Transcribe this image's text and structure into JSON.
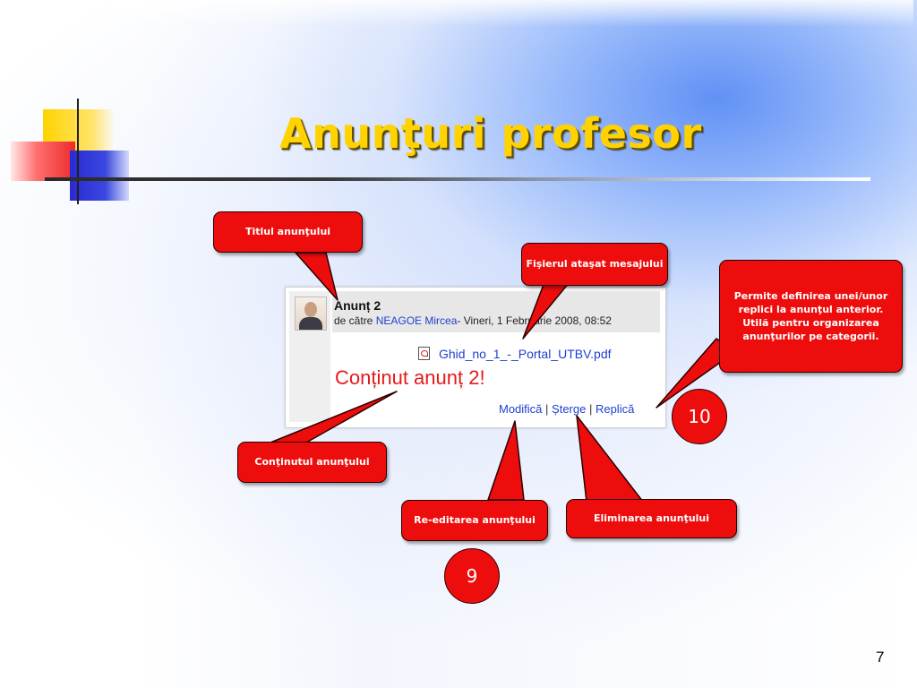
{
  "slide": {
    "title": "Anunţuri profesor",
    "page_number": "7"
  },
  "post": {
    "title": "Anunț 2",
    "meta_prefix": "de către ",
    "author": "NEAGOE Mircea",
    "meta_suffix": "- Vineri, 1 Februarie 2008, 08:52",
    "attachment": "Ghid_no_1_-_Portal_UTBV.pdf",
    "content": "Conținut anunț 2!",
    "actions": {
      "edit": "Modifică",
      "separator": " | ",
      "delete": "Șterge",
      "reply": "Replică"
    }
  },
  "callouts": {
    "title": "Titlul anunţului",
    "attachment": "Fişierul ataşat mesajului",
    "reply": "Permite definirea unei/unor replici la anunţul anterior. Utilă pentru organizarea anunţurilor pe categorii.",
    "content": "Conţinutul anunţului",
    "edit": "Re-editarea anunţului",
    "delete": "Eliminarea anunţului"
  },
  "badges": {
    "nine": "9",
    "ten": "10"
  },
  "colors": {
    "title": "#ffd200",
    "callout": "#ee0d0d",
    "link": "#1f3fd0",
    "content": "#e51a1a"
  }
}
